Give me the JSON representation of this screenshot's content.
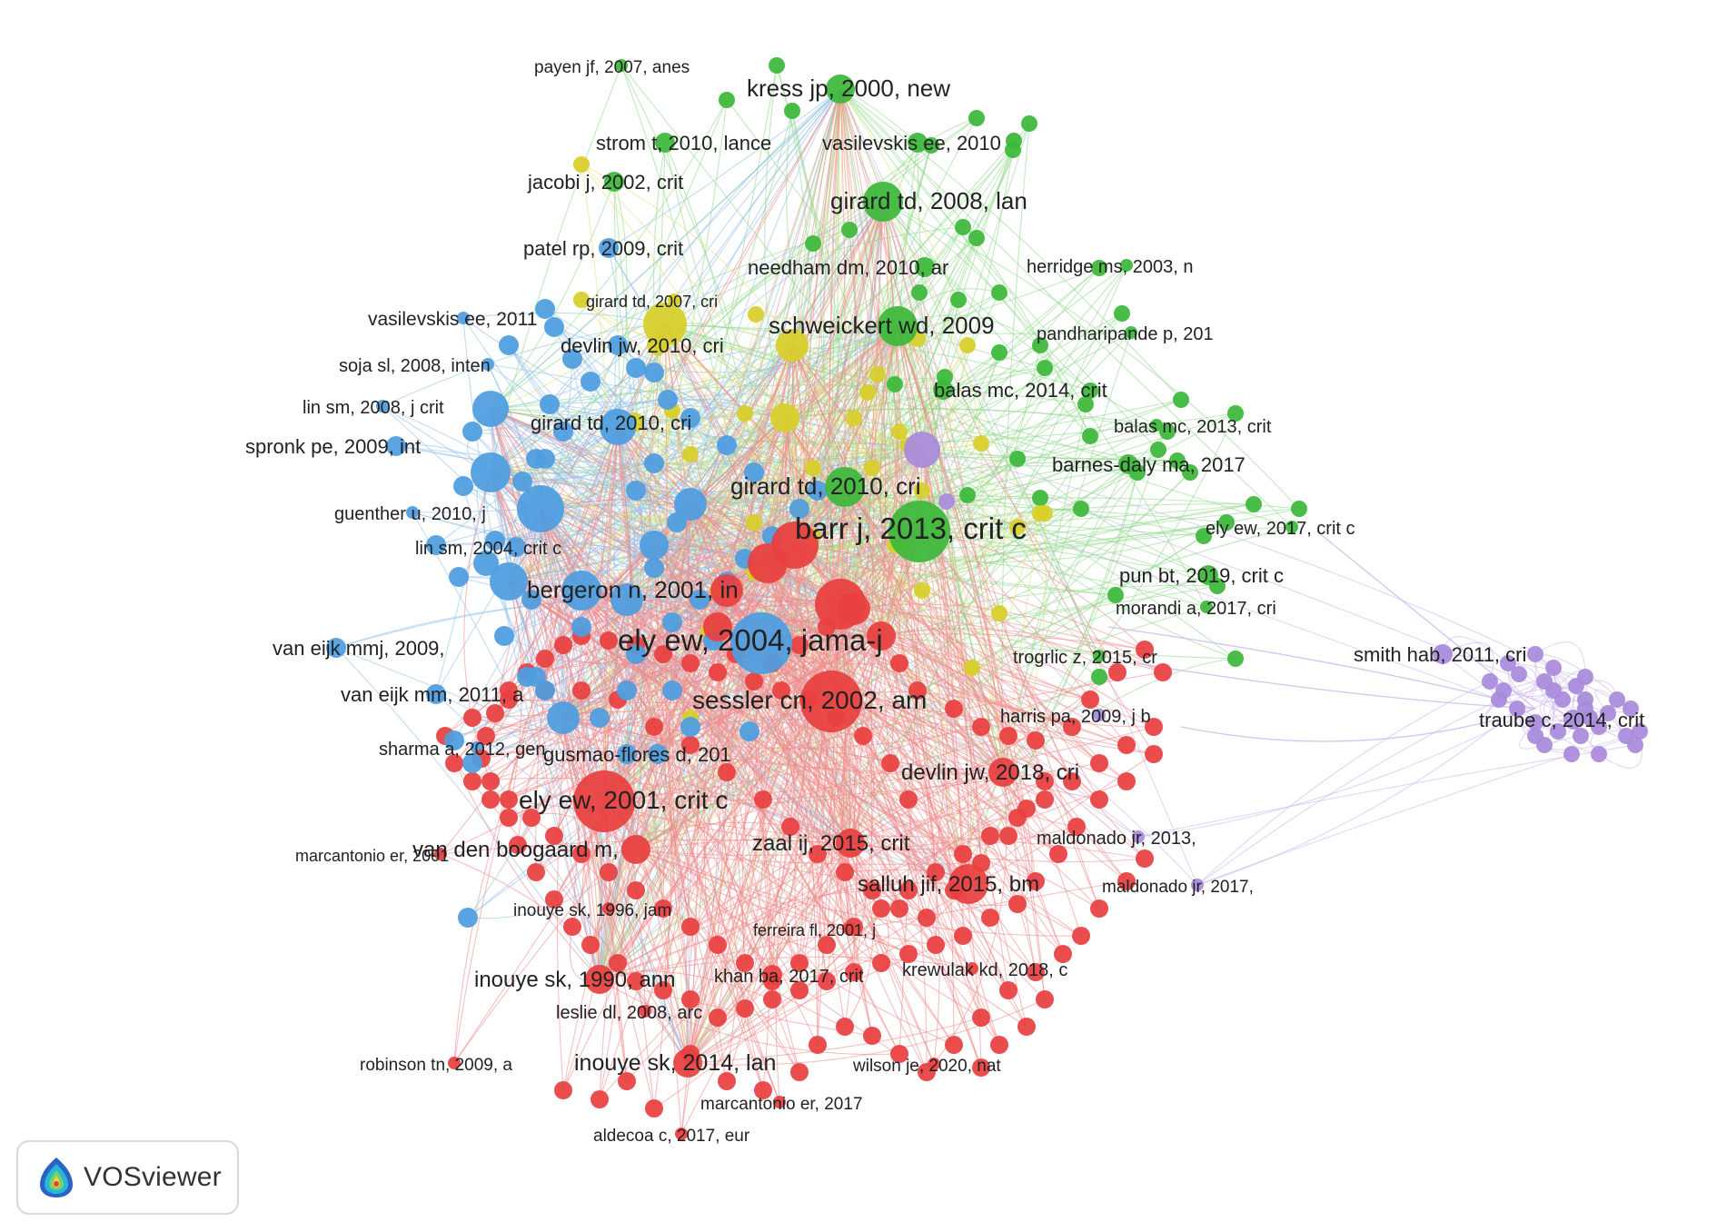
{
  "app": {
    "name": "VOSviewer"
  },
  "clusters": {
    "red": {
      "color": "#e8403f",
      "edge": "#f08a8a"
    },
    "green": {
      "color": "#3cb83a",
      "edge": "#8fd98a"
    },
    "blue": {
      "color": "#4d9de0",
      "edge": "#8fbfea"
    },
    "yellow": {
      "color": "#d7cf2a",
      "edge": "#e5df7a"
    },
    "purple": {
      "color": "#a98bdc",
      "edge": "#c9b5ec"
    }
  },
  "network": {
    "labeled_nodes": [
      {
        "label": "payen jf, 2007, anes",
        "cluster": "green",
        "weight": 1
      },
      {
        "label": "kress jp, 2000, new",
        "cluster": "green",
        "weight": 3
      },
      {
        "label": "strom t, 2010, lance",
        "cluster": "green",
        "weight": 2
      },
      {
        "label": "vasilevskis ee, 2010",
        "cluster": "green",
        "weight": 2
      },
      {
        "label": "jacobi j, 2002, crit",
        "cluster": "green",
        "weight": 2
      },
      {
        "label": "girard td, 2008, lan",
        "cluster": "green",
        "weight": 4
      },
      {
        "label": "patel rp, 2009, crit",
        "cluster": "blue",
        "weight": 2
      },
      {
        "label": "needham dm, 2010, ar",
        "cluster": "green",
        "weight": 2
      },
      {
        "label": "herridge ms, 2003, n",
        "cluster": "green",
        "weight": 1
      },
      {
        "label": "girard td, 2007, cri",
        "cluster": "yellow",
        "weight": 1
      },
      {
        "label": "vasilevskis ee, 2011",
        "cluster": "blue",
        "weight": 1
      },
      {
        "label": "schweickert wd, 2009",
        "cluster": "green",
        "weight": 4
      },
      {
        "label": "pandharipande p, 201",
        "cluster": "green",
        "weight": 1
      },
      {
        "label": "devlin jw, 2010, cri",
        "cluster": "yellow",
        "weight": 2
      },
      {
        "label": "soja sl, 2008, inten",
        "cluster": "blue",
        "weight": 1
      },
      {
        "label": "balas mc, 2014, crit",
        "cluster": "green",
        "weight": 2
      },
      {
        "label": "lin sm, 2008, j crit",
        "cluster": "blue",
        "weight": 1
      },
      {
        "label": "girard td, 2010, cri",
        "cluster": "yellow",
        "weight": 2
      },
      {
        "label": "balas mc, 2013, crit",
        "cluster": "green",
        "weight": 1
      },
      {
        "label": "spronk pe, 2009, int",
        "cluster": "blue",
        "weight": 2
      },
      {
        "label": "barnes-daly ma, 2017",
        "cluster": "green",
        "weight": 2
      },
      {
        "label": "girard td, 2010, cri",
        "cluster": "green",
        "weight": 4
      },
      {
        "label": "guenther u, 2010, j",
        "cluster": "blue",
        "weight": 1
      },
      {
        "label": "barr j, 2013, crit c",
        "cluster": "green",
        "weight": 5
      },
      {
        "label": "ely ew, 2017, crit c",
        "cluster": "green",
        "weight": 1
      },
      {
        "label": "lin sm, 2004, crit c",
        "cluster": "blue",
        "weight": 2
      },
      {
        "label": "pun bt, 2019, crit c",
        "cluster": "green",
        "weight": 2
      },
      {
        "label": "bergeron n, 2001, in",
        "cluster": "blue",
        "weight": 4
      },
      {
        "label": "morandi a, 2017, cri",
        "cluster": "green",
        "weight": 1
      },
      {
        "label": "ely ew, 2004, jama-j",
        "cluster": "blue",
        "weight": 5
      },
      {
        "label": "van eijk mmj, 2009,",
        "cluster": "blue",
        "weight": 2
      },
      {
        "label": "trogrlic z, 2015, cr",
        "cluster": "green",
        "weight": 1
      },
      {
        "label": "smith hab, 2011, cri",
        "cluster": "purple",
        "weight": 2
      },
      {
        "label": "van eijk mm, 2011, a",
        "cluster": "blue",
        "weight": 2
      },
      {
        "label": "sessler cn, 2002, am",
        "cluster": "red",
        "weight": 5
      },
      {
        "label": "harris pa, 2009, j b",
        "cluster": "purple",
        "weight": 1
      },
      {
        "label": "traube c, 2014, crit",
        "cluster": "purple",
        "weight": 2
      },
      {
        "label": "sharma a, 2012, gen",
        "cluster": "blue",
        "weight": 1
      },
      {
        "label": "gusmao-flores d, 201",
        "cluster": "blue",
        "weight": 2
      },
      {
        "label": "devlin jw, 2018, cri",
        "cluster": "red",
        "weight": 3
      },
      {
        "label": "ely ew, 2001, crit c",
        "cluster": "red",
        "weight": 5
      },
      {
        "label": "marcantonio er, 2001",
        "cluster": "red",
        "weight": 1
      },
      {
        "label": "van den boogaard m,",
        "cluster": "red",
        "weight": 3
      },
      {
        "label": "zaal ij, 2015, crit",
        "cluster": "red",
        "weight": 3
      },
      {
        "label": "maldonado jr, 2013,",
        "cluster": "purple",
        "weight": 1
      },
      {
        "label": "salluh jif, 2015, bm",
        "cluster": "red",
        "weight": 4
      },
      {
        "label": "maldonado jr, 2017,",
        "cluster": "purple",
        "weight": 1
      },
      {
        "label": "inouye sk, 1996, jam",
        "cluster": "red",
        "weight": 1
      },
      {
        "label": "ferreira fl, 2001, j",
        "cluster": "red",
        "weight": 1
      },
      {
        "label": "inouye sk, 1990, ann",
        "cluster": "red",
        "weight": 3
      },
      {
        "label": "khan ba, 2017, crit",
        "cluster": "red",
        "weight": 2
      },
      {
        "label": "krewulak kd, 2018, c",
        "cluster": "red",
        "weight": 1
      },
      {
        "label": "leslie dl, 2008, arc",
        "cluster": "red",
        "weight": 1
      },
      {
        "label": "robinson tn, 2009, a",
        "cluster": "red",
        "weight": 1
      },
      {
        "label": "inouye sk, 2014, lan",
        "cluster": "red",
        "weight": 3
      },
      {
        "label": "wilson je, 2020, nat",
        "cluster": "red",
        "weight": 1
      },
      {
        "label": "marcantonio er, 2017",
        "cluster": "red",
        "weight": 1
      },
      {
        "label": "aldecoa c, 2017, eur",
        "cluster": "red",
        "weight": 1
      }
    ]
  }
}
